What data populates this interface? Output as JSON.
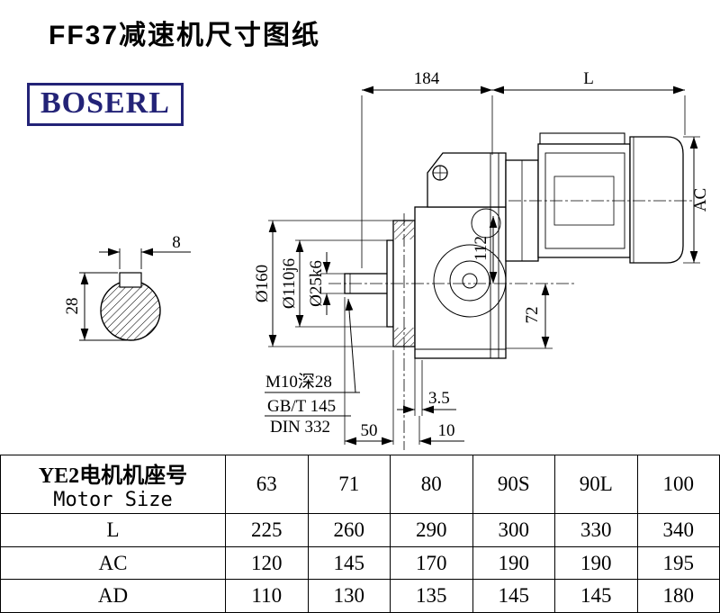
{
  "page": {
    "title": "FF37减速机尺寸图纸"
  },
  "logo": {
    "text": "BOSERL"
  },
  "drawing": {
    "dim_184": "184",
    "dim_L": "L",
    "dim_AC": "AC",
    "dim_112": "112",
    "dim_72": "72",
    "dim_d160": "Ø160",
    "dim_d110": "Ø110j6",
    "dim_d25": "Ø25k6",
    "dim_8": "8",
    "dim_28": "28",
    "note_m10": "M10深28",
    "note_gbt": "GB/T 145",
    "note_din": "DIN 332",
    "dim_50": "50",
    "dim_10": "10",
    "dim_3_5": "3.5"
  },
  "table": {
    "header": {
      "line1": "YE2电机机座号",
      "line2": "Motor Size"
    },
    "columns": [
      "63",
      "71",
      "80",
      "90S",
      "90L",
      "100"
    ],
    "rows": [
      {
        "label": "L",
        "values": [
          "225",
          "260",
          "290",
          "300",
          "330",
          "340"
        ]
      },
      {
        "label": "AC",
        "values": [
          "120",
          "145",
          "170",
          "190",
          "190",
          "195"
        ]
      },
      {
        "label": "AD",
        "values": [
          "110",
          "130",
          "135",
          "145",
          "145",
          "180"
        ]
      }
    ]
  }
}
